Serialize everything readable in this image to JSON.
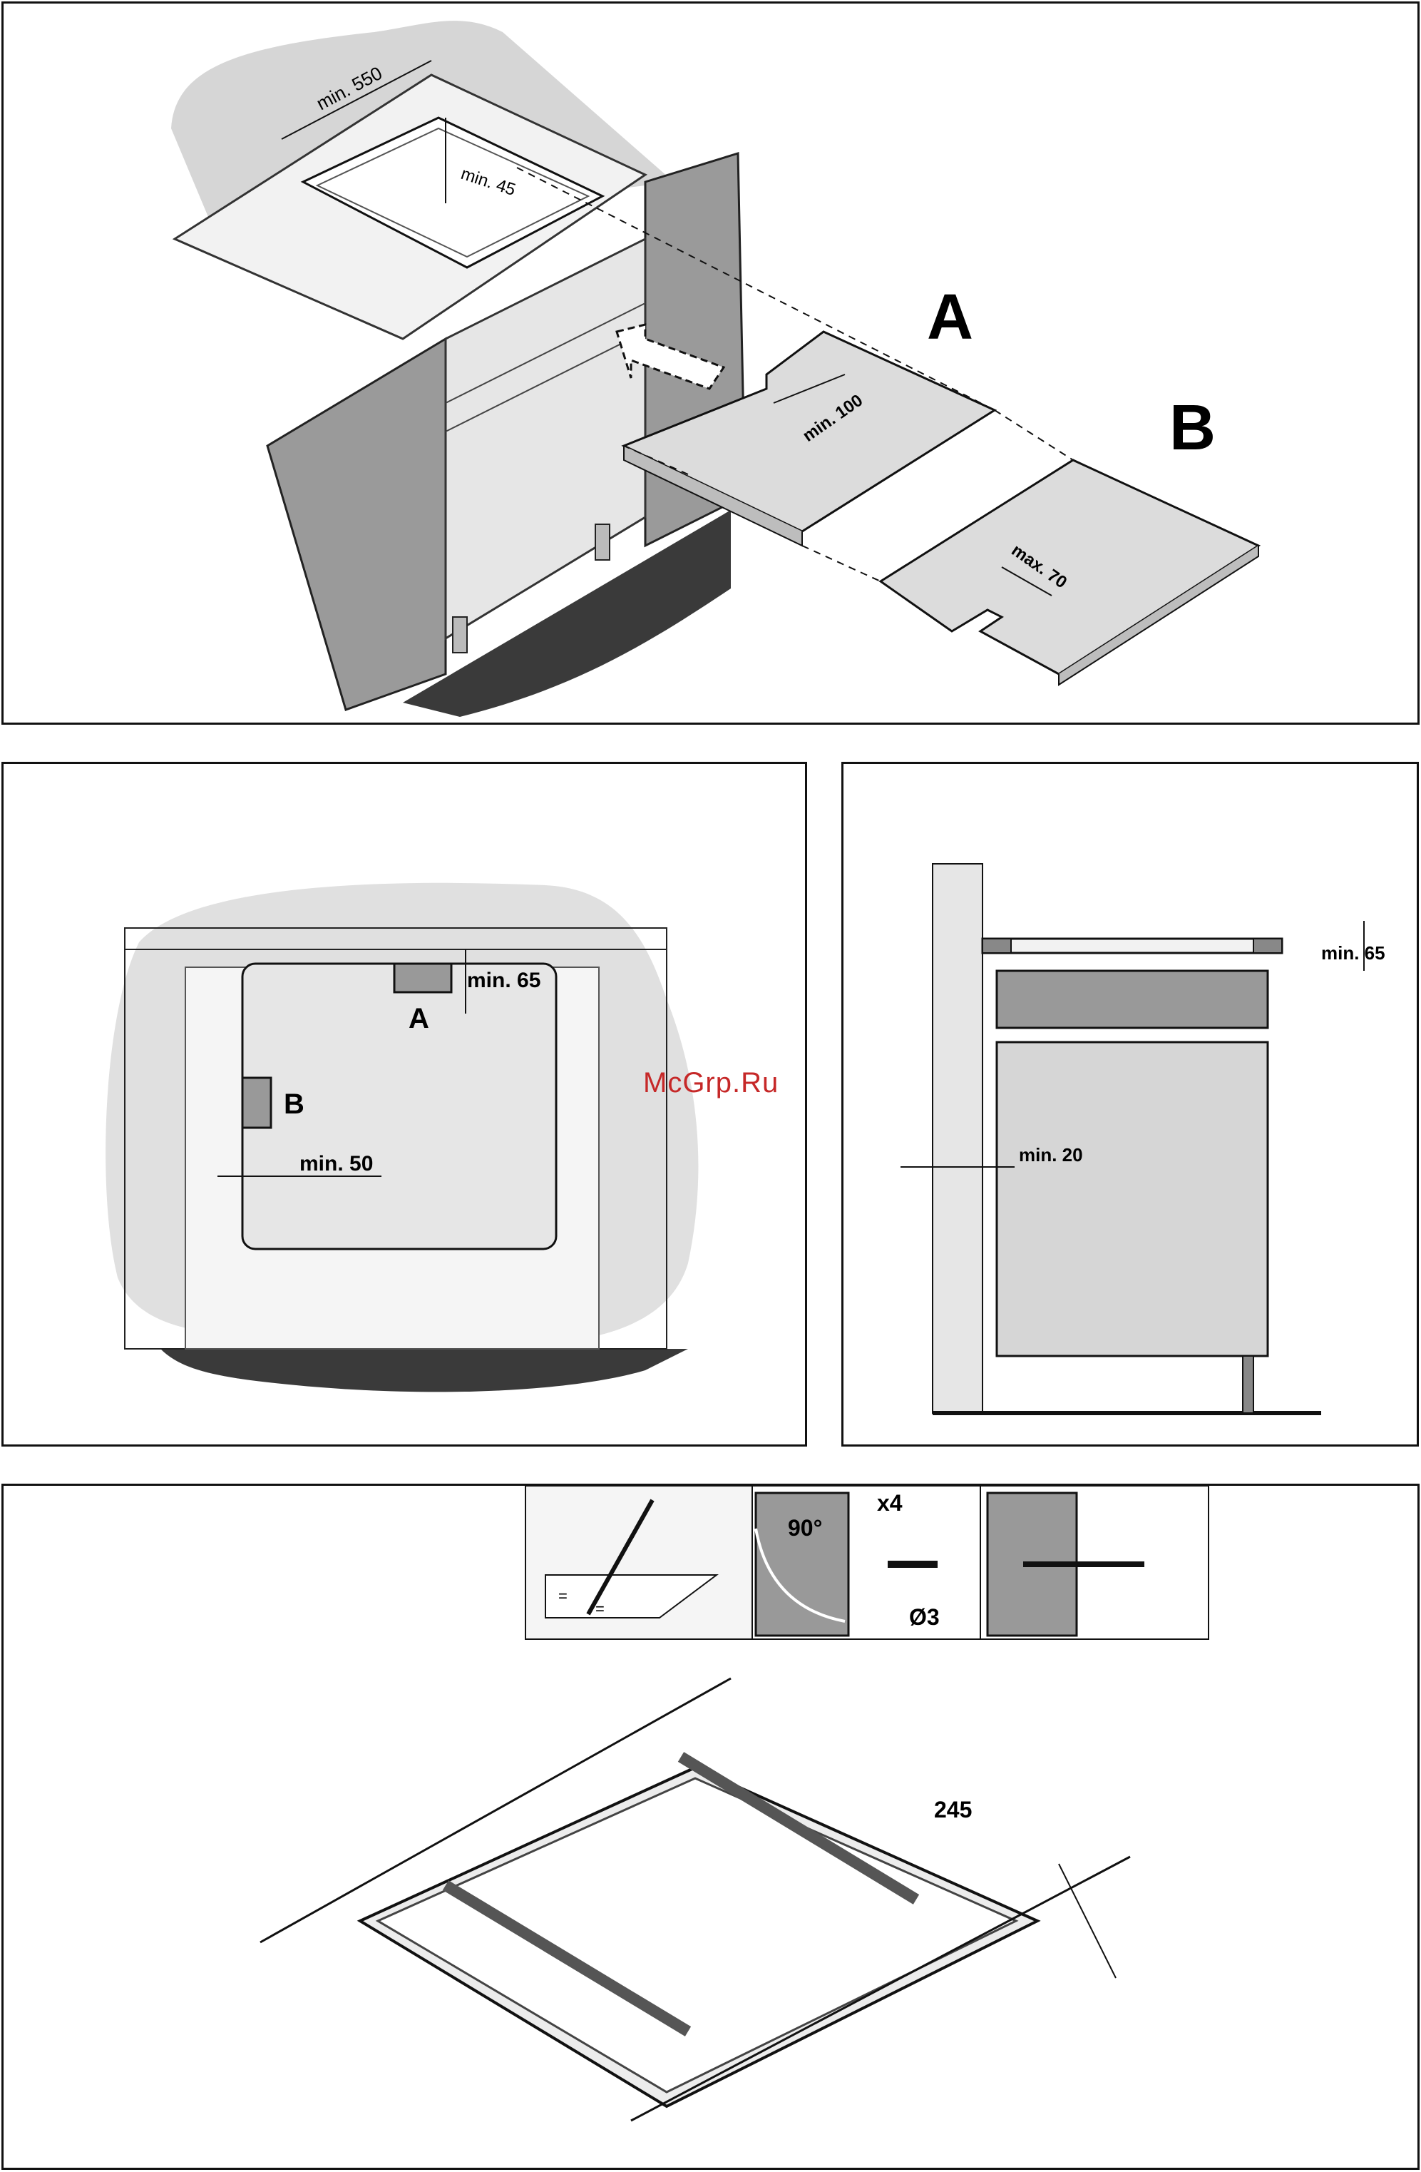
{
  "panel1": {
    "dim_width": "min. 550",
    "dim_depth": "min. 45",
    "label_a": "A",
    "label_b": "B",
    "dim_a_gap": "min. 100",
    "dim_b_notch": "max. 70"
  },
  "panel2": {
    "dim_top": "min. 65",
    "label_a": "A",
    "label_b": "B",
    "dim_side": "min. 50"
  },
  "panel3": {
    "dim_top": "min. 65",
    "dim_rear": "min. 20"
  },
  "panel4": {
    "angle": "90°",
    "count": "x4",
    "drill": "Ø3",
    "dim_bracket": "245",
    "equal_mark_left": "=",
    "equal_mark_right": "="
  },
  "watermark": "McGrp.Ru"
}
